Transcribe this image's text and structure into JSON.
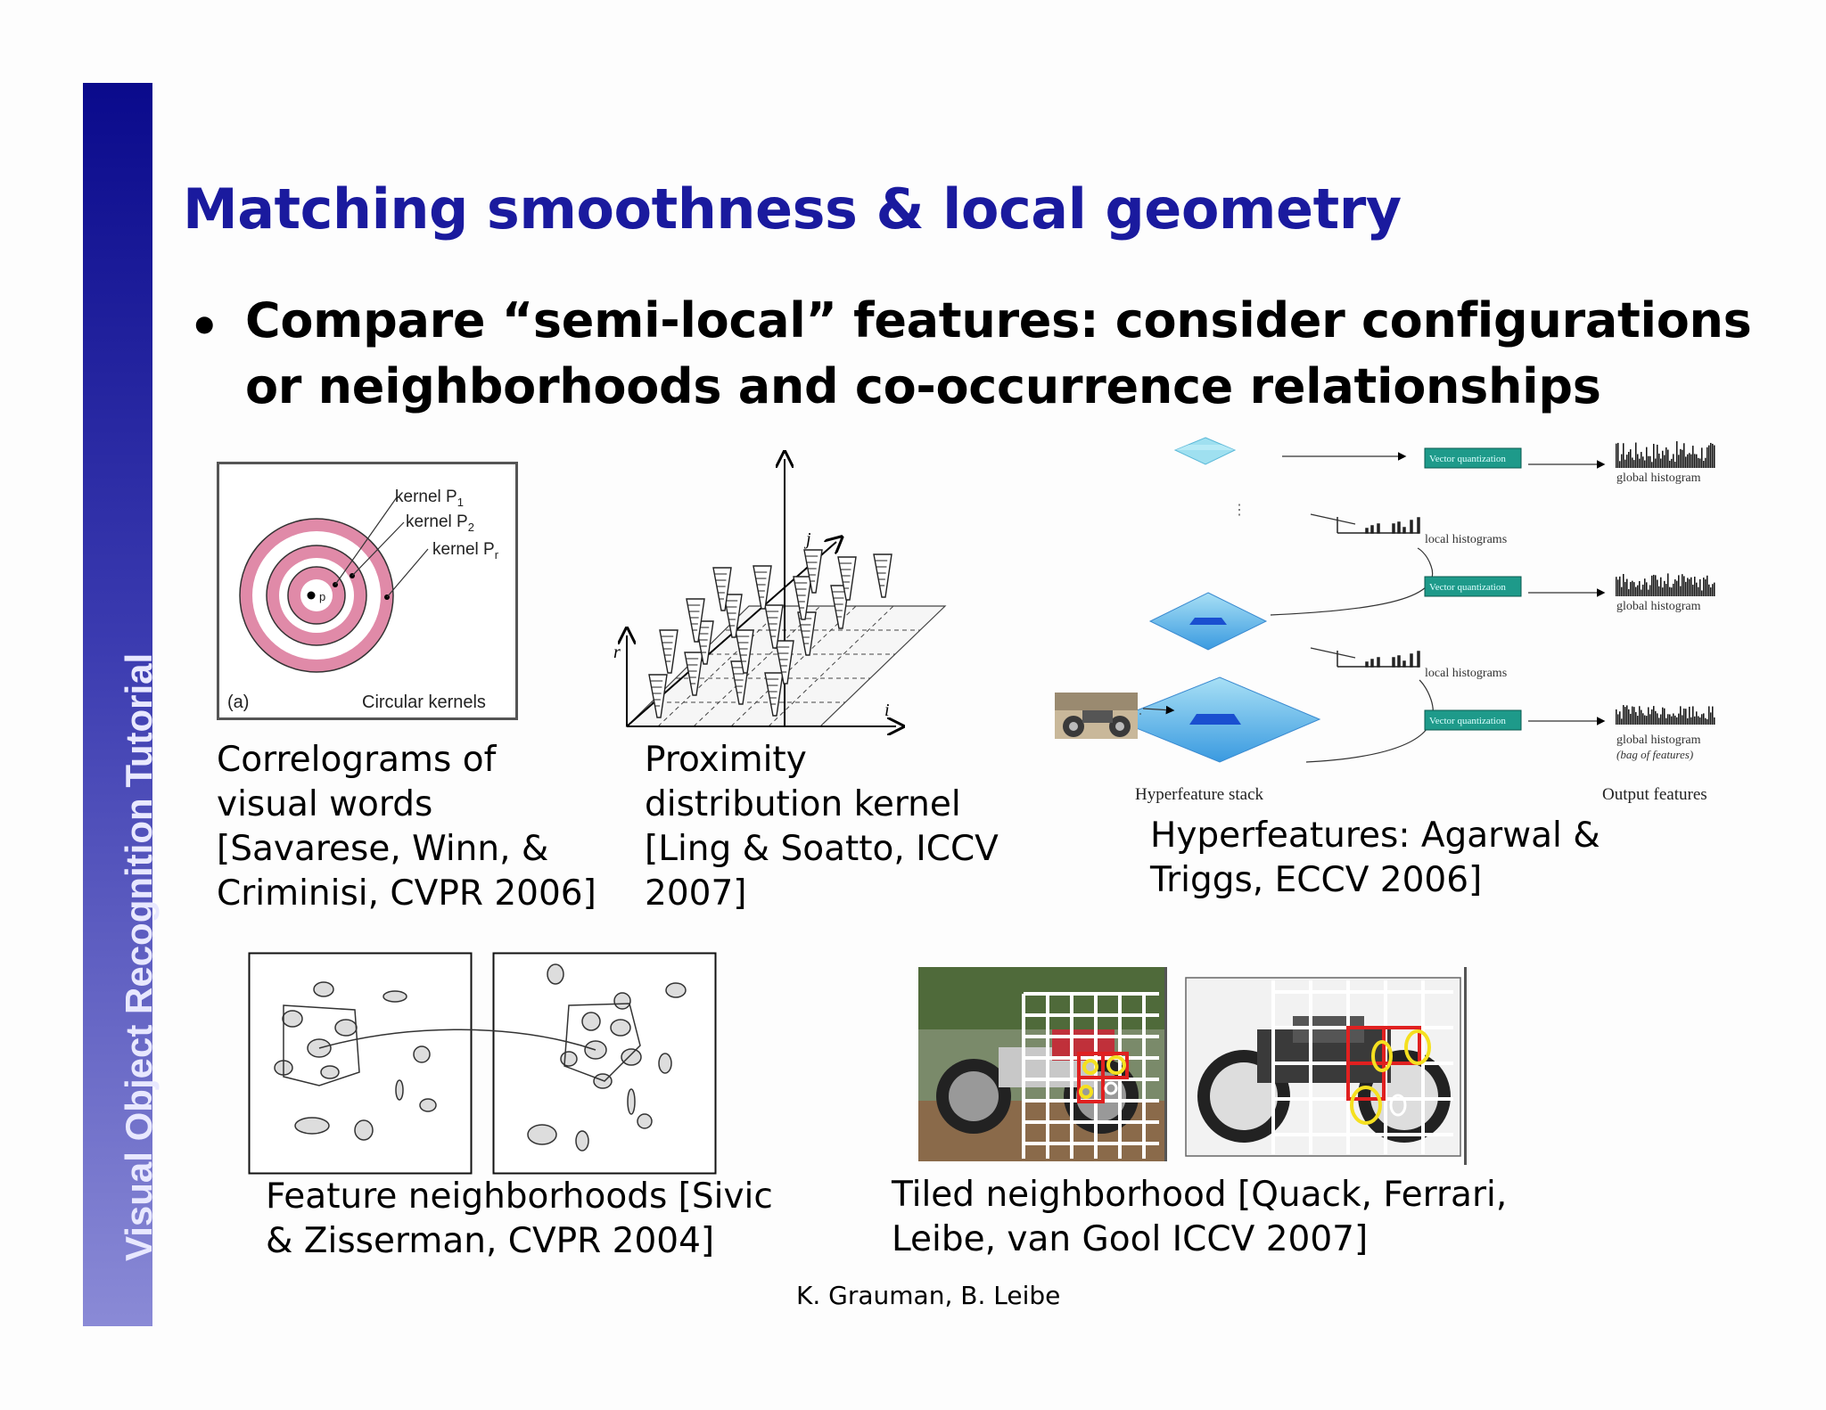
{
  "sidebar": {
    "label": "Visual Object Recognition Tutorial"
  },
  "title": "Matching smoothness & local geometry",
  "bullet": {
    "marker": "•",
    "line1": "Compare “semi-local” features: consider configurations",
    "line2": "or neighborhoods and co-occurrence relationships"
  },
  "fig_correlogram": {
    "kernel1": "kernel P",
    "kernel1_sub": "1",
    "kernel2": "kernel P",
    "kernel2_sub": "2",
    "kernel3": "kernel P",
    "kernel3_sub": "r",
    "center": "p",
    "panel_label": "(a)",
    "panel_title": "Circular kernels",
    "caption": [
      "Correlograms of",
      "visual words",
      "[Savarese, Winn, &",
      "Criminisi, CVPR 2006]"
    ]
  },
  "fig_proximity": {
    "axis_r": "r",
    "axis_i": "i",
    "axis_j": "j",
    "caption": [
      "Proximity",
      "distribution kernel",
      "[Ling & Soatto, ICCV",
      "2007]"
    ]
  },
  "fig_hyper": {
    "vq_label": "Vector quantization",
    "global_hist": "global histogram",
    "local_hist": "local histograms",
    "bag": "(bag of features)",
    "stack_label": "Hyperfeature stack",
    "output_label": "Output features",
    "dots": "⋮",
    "caption": [
      "Hyperfeatures: Agarwal &",
      "Triggs, ECCV 2006]"
    ]
  },
  "fig_neighborhoods": {
    "caption": [
      "Feature neighborhoods [Sivic",
      "& Zisserman, CVPR 2004]"
    ]
  },
  "fig_tiled": {
    "caption": [
      "Tiled neighborhood [Quack, Ferrari,",
      "Leibe, van Gool ICCV 2007]"
    ]
  },
  "footer": "K. Grauman, B. Leibe",
  "colors": {
    "title": "#1a1a9e",
    "sidebar_top": "#0a0a8c",
    "sidebar_bottom": "#8a8ad6",
    "kernel_ring": "#e08aa8",
    "vq_box": "#1e9a8a"
  }
}
